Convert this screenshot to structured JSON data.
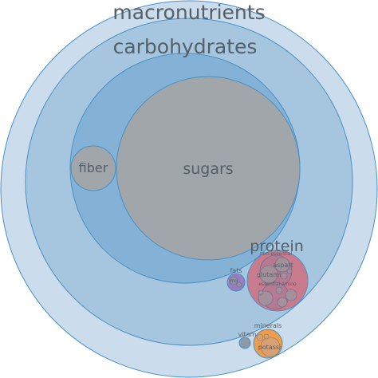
{
  "chart_data": {
    "type": "packed-circles",
    "title": "",
    "colors": {
      "level1": "#cbdcec",
      "level2": "#a6c6e0",
      "level3": "#84b2d6",
      "stroke": "#4a90c4",
      "leaf_grey": "#a0a6aa",
      "protein": "#c97b8e",
      "minerals": "#ef9d48",
      "fats": "#9a7cc0"
    },
    "labels": {
      "root": "macronutrients",
      "carbohydrates": "carbohydrates",
      "sugars": "sugars",
      "fiber": "fiber",
      "protein": "protein",
      "fats": "fats",
      "minerals": "minerals",
      "vitamins": "vitam",
      "potassium": "potassi",
      "glutamic": "glutami",
      "aspartic": "aspart",
      "non_essential": "non-essential",
      "essential": "essential amino",
      "fats_sub": "mo"
    }
  }
}
